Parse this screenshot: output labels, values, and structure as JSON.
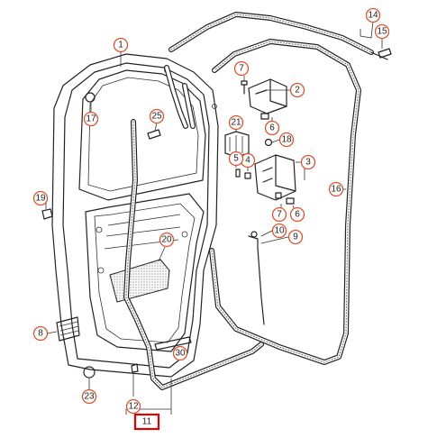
{
  "callouts": [
    {
      "id": "c1",
      "label": "1"
    },
    {
      "id": "c2",
      "label": "2"
    },
    {
      "id": "c3",
      "label": "3"
    },
    {
      "id": "c4",
      "label": "4"
    },
    {
      "id": "c5",
      "label": "5"
    },
    {
      "id": "c6a",
      "label": "6"
    },
    {
      "id": "c6b",
      "label": "6"
    },
    {
      "id": "c7a",
      "label": "7"
    },
    {
      "id": "c7b",
      "label": "7"
    },
    {
      "id": "c8",
      "label": "8"
    },
    {
      "id": "c9",
      "label": "9"
    },
    {
      "id": "c10",
      "label": "10"
    },
    {
      "id": "c12",
      "label": "12"
    },
    {
      "id": "c14",
      "label": "14"
    },
    {
      "id": "c15",
      "label": "15"
    },
    {
      "id": "c16",
      "label": "16"
    },
    {
      "id": "c17",
      "label": "17"
    },
    {
      "id": "c18",
      "label": "18"
    },
    {
      "id": "c19",
      "label": "19"
    },
    {
      "id": "c20",
      "label": "20"
    },
    {
      "id": "c21",
      "label": "21"
    },
    {
      "id": "c23",
      "label": "23"
    },
    {
      "id": "c25",
      "label": "25"
    },
    {
      "id": "c30",
      "label": "30"
    }
  ],
  "highlighted_label": "11",
  "colors": {
    "callout_ring": "#e0522a",
    "highlight_box": "#e00000",
    "line": "#222222"
  }
}
